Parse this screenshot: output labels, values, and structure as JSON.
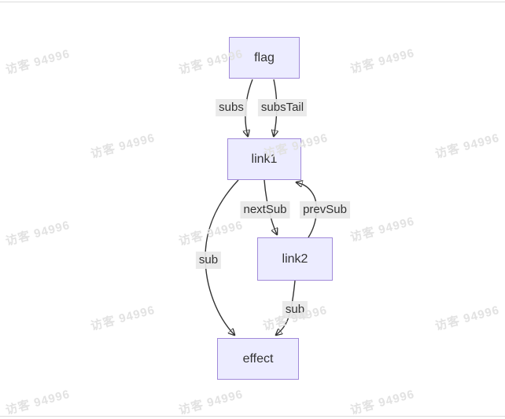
{
  "diagram": {
    "type": "flowchart",
    "nodes": [
      {
        "id": "flag",
        "label": "flag"
      },
      {
        "id": "link1",
        "label": "link1"
      },
      {
        "id": "link2",
        "label": "link2"
      },
      {
        "id": "effect",
        "label": "effect"
      }
    ],
    "edges": [
      {
        "from": "flag",
        "to": "link1",
        "label": "subs"
      },
      {
        "from": "flag",
        "to": "link1",
        "label": "subsTail"
      },
      {
        "from": "link1",
        "to": "link2",
        "label": "nextSub"
      },
      {
        "from": "link2",
        "to": "link1",
        "label": "prevSub"
      },
      {
        "from": "link1",
        "to": "effect",
        "label": "sub"
      },
      {
        "from": "link2",
        "to": "effect",
        "label": "sub"
      }
    ],
    "colors": {
      "node_fill": "#ECECFF",
      "node_border": "#9370DB",
      "edge_stroke": "#333333",
      "label_background": "#e8e8e8",
      "text": "#333333"
    }
  },
  "watermark": {
    "text": "访客 94996"
  }
}
